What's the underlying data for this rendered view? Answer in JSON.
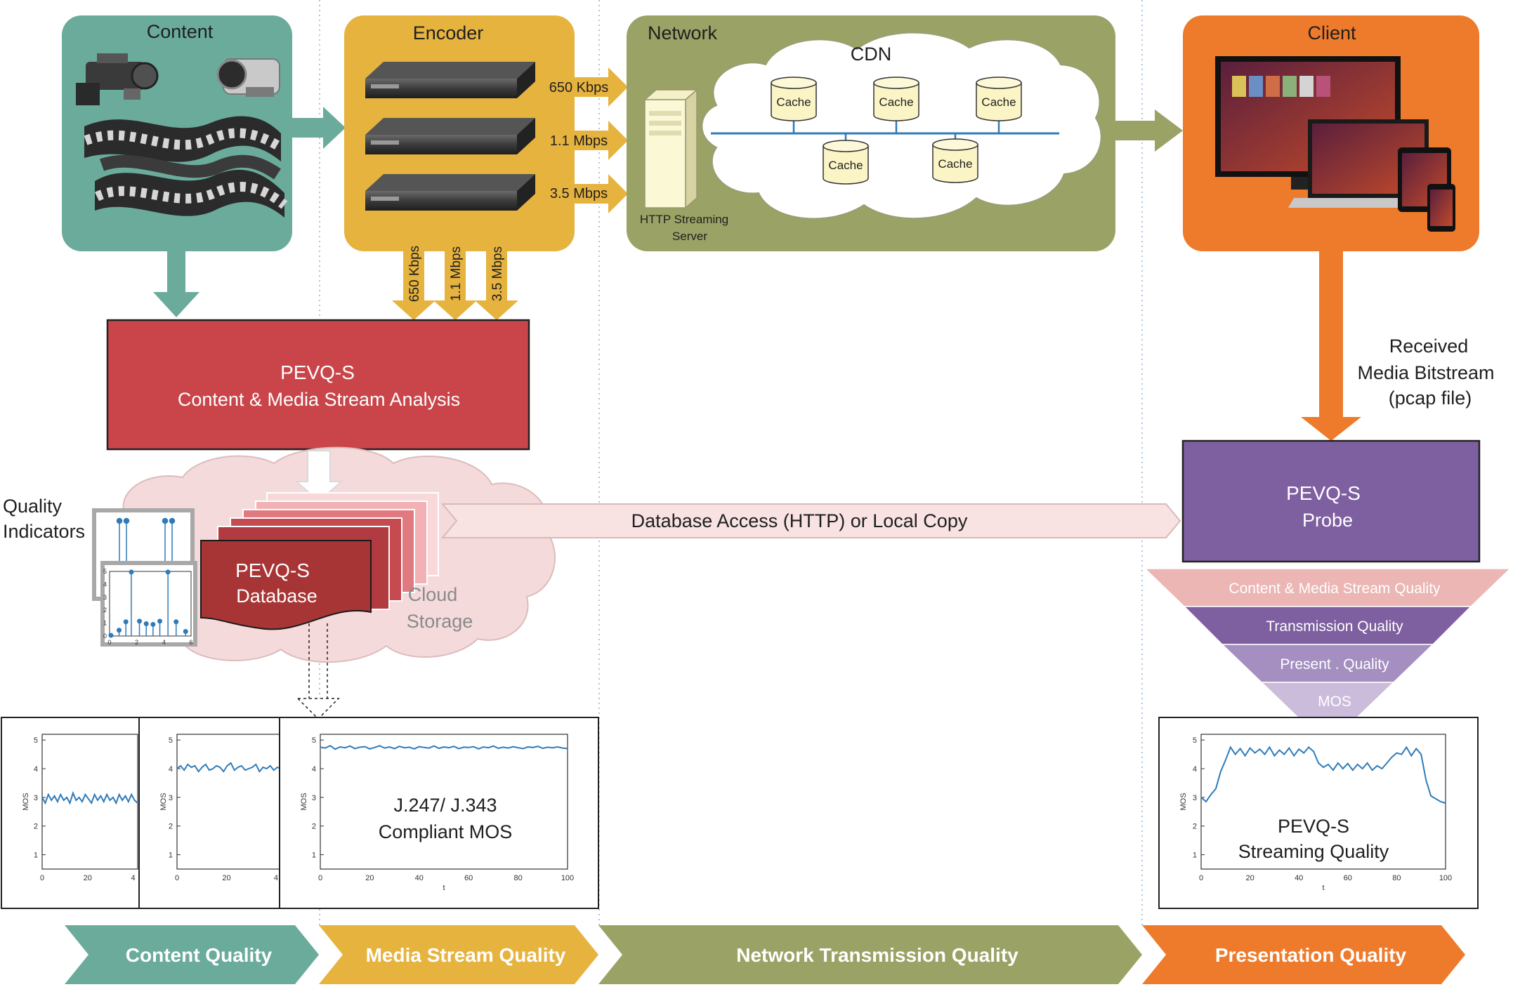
{
  "colors": {
    "content": "#6aab9c",
    "encoder": "#e6b33f",
    "network": "#9aa365",
    "client": "#ee7b2c",
    "pevq_red": "#c9454a",
    "db_red": "#a73535",
    "probe": "#7e5fa0",
    "cloud": "#f5dadb",
    "arrow_tint": "#f8e2e2",
    "line_blue": "#2f7bb8"
  },
  "stages": {
    "content": {
      "title": "Content"
    },
    "encoder": {
      "title": "Encoder"
    },
    "network": {
      "title": "Network",
      "cdn_title": "CDN",
      "server_label_1": "HTTP Streaming",
      "server_label_2": "Server"
    },
    "client": {
      "title": "Client"
    }
  },
  "bitrates": [
    "650 Kbps",
    "1.1 Mbps",
    "3.5 Mbps"
  ],
  "cache_label": "Cache",
  "pevq_analysis": {
    "title": "PEVQ-S",
    "subtitle": "Content & Media Stream Analysis"
  },
  "database": {
    "title": "PEVQ-S",
    "subtitle": "Database"
  },
  "cloud_storage": {
    "line1": "Cloud",
    "line2": "Storage"
  },
  "quality_indicators": {
    "line1": "Quality",
    "line2": "Indicators"
  },
  "db_access_label": "Database Access (HTTP) or Local  Copy",
  "received": {
    "line1": "Received",
    "line2": "Media Bitstream",
    "line3": "(pcap file)"
  },
  "probe": {
    "title": "PEVQ-S",
    "subtitle": "Probe"
  },
  "funnel_levels": [
    "Content & Media Stream Quality",
    "Transmission Quality",
    "Present . Quality",
    "MOS"
  ],
  "funnel_colors": [
    "#ebb6b4",
    "#7e5fa0",
    "#a48fc0",
    "#cbbcdc"
  ],
  "bottom_banners": [
    "Content Quality",
    "Media Stream Quality",
    "Network Transmission Quality",
    "Presentation Quality"
  ],
  "banner_colors": [
    "#6aab9c",
    "#e6b33f",
    "#9aa365",
    "#ee7b2c"
  ],
  "chart_data": [
    {
      "type": "line",
      "ylabel": "MOS",
      "ylim": [
        0.5,
        5.2
      ],
      "yticks": [
        "1",
        "2",
        "3",
        "4",
        "5"
      ],
      "xticks": [
        "0",
        "20",
        "4"
      ],
      "series": [
        {
          "values": [
            3.0,
            2.8,
            3.1,
            2.9,
            3.05,
            2.85,
            3.1,
            2.9,
            3.0,
            2.8,
            3.15,
            2.9,
            3.0,
            2.85,
            3.1,
            2.95,
            2.8,
            3.1,
            2.9,
            3.05,
            2.85,
            3.1,
            2.9,
            3.0,
            2.8,
            3.1,
            2.9,
            3.05,
            2.85,
            3.1,
            2.9,
            2.8
          ]
        }
      ]
    },
    {
      "type": "line",
      "ylabel": "MOS",
      "ylim": [
        0.5,
        5.2
      ],
      "yticks": [
        "1",
        "2",
        "3",
        "4",
        "5"
      ],
      "xticks": [
        "0",
        "20",
        "4"
      ],
      "series": [
        {
          "values": [
            4.0,
            4.1,
            3.95,
            4.15,
            4.05,
            4.1,
            3.9,
            4.05,
            4.15,
            3.95,
            4.0,
            4.1,
            4.05,
            3.9,
            4.1,
            4.2,
            3.95,
            4.05,
            4.1,
            3.95,
            4.0,
            4.05,
            4.15,
            3.9,
            4.05,
            4.0,
            4.1,
            3.95,
            4.05,
            4.0
          ]
        }
      ]
    },
    {
      "type": "line",
      "ylabel": "MOS",
      "xlabel": "t",
      "ylim": [
        0.5,
        5.2
      ],
      "yticks": [
        "1",
        "2",
        "3",
        "4",
        "5"
      ],
      "xticks": [
        "0",
        "20",
        "40",
        "60",
        "80",
        "100"
      ],
      "annotation": [
        "J.247/ J.343",
        "Compliant MOS"
      ],
      "series": [
        {
          "values": [
            4.75,
            4.72,
            4.8,
            4.68,
            4.76,
            4.73,
            4.79,
            4.7,
            4.75,
            4.77,
            4.69,
            4.74,
            4.8,
            4.72,
            4.76,
            4.7,
            4.78,
            4.73,
            4.75,
            4.69,
            4.77,
            4.74,
            4.72,
            4.79,
            4.71,
            4.76,
            4.73,
            4.78,
            4.7,
            4.75,
            4.74,
            4.77,
            4.69,
            4.76,
            4.73,
            4.79,
            4.71,
            4.75,
            4.72,
            4.77,
            4.73,
            4.7,
            4.76,
            4.74,
            4.78,
            4.71,
            4.75,
            4.73,
            4.76,
            4.72,
            4.7
          ]
        }
      ]
    },
    {
      "type": "line",
      "ylabel": "MOS",
      "xlabel": "t",
      "ylim": [
        0.5,
        5.2
      ],
      "yticks": [
        "1",
        "2",
        "3",
        "4",
        "5"
      ],
      "xticks": [
        "0",
        "20",
        "40",
        "60",
        "80",
        "100"
      ],
      "annotation": [
        "PEVQ-S",
        "Streaming Quality"
      ],
      "series": [
        {
          "values": [
            3.0,
            2.85,
            3.1,
            3.3,
            3.9,
            4.3,
            4.75,
            4.5,
            4.7,
            4.45,
            4.72,
            4.55,
            4.68,
            4.5,
            4.75,
            4.45,
            4.65,
            4.5,
            4.72,
            4.45,
            4.68,
            4.55,
            4.75,
            4.6,
            4.2,
            4.05,
            4.15,
            3.95,
            4.2,
            4.0,
            4.18,
            3.95,
            4.15,
            4.0,
            4.2,
            3.95,
            4.1,
            4.0,
            4.2,
            4.4,
            4.55,
            4.5,
            4.75,
            4.45,
            4.7,
            4.5,
            3.6,
            3.05,
            2.95,
            2.85,
            2.8
          ]
        }
      ]
    }
  ],
  "scatter_data": {
    "type": "scatter",
    "yticks_front": [
      "0",
      "1",
      "2",
      "3",
      "4",
      "5"
    ],
    "xticks_front": [
      "0",
      "2",
      "4",
      "6"
    ],
    "points_front": [
      [
        0.1,
        0.05
      ],
      [
        0.7,
        0.45
      ],
      [
        1.2,
        1.1
      ],
      [
        1.6,
        4.95
      ],
      [
        2.2,
        1.15
      ],
      [
        2.7,
        0.95
      ],
      [
        3.2,
        0.9
      ],
      [
        3.7,
        1.15
      ],
      [
        4.3,
        4.95
      ],
      [
        4.9,
        1.1
      ],
      [
        5.6,
        0.35
      ]
    ]
  }
}
